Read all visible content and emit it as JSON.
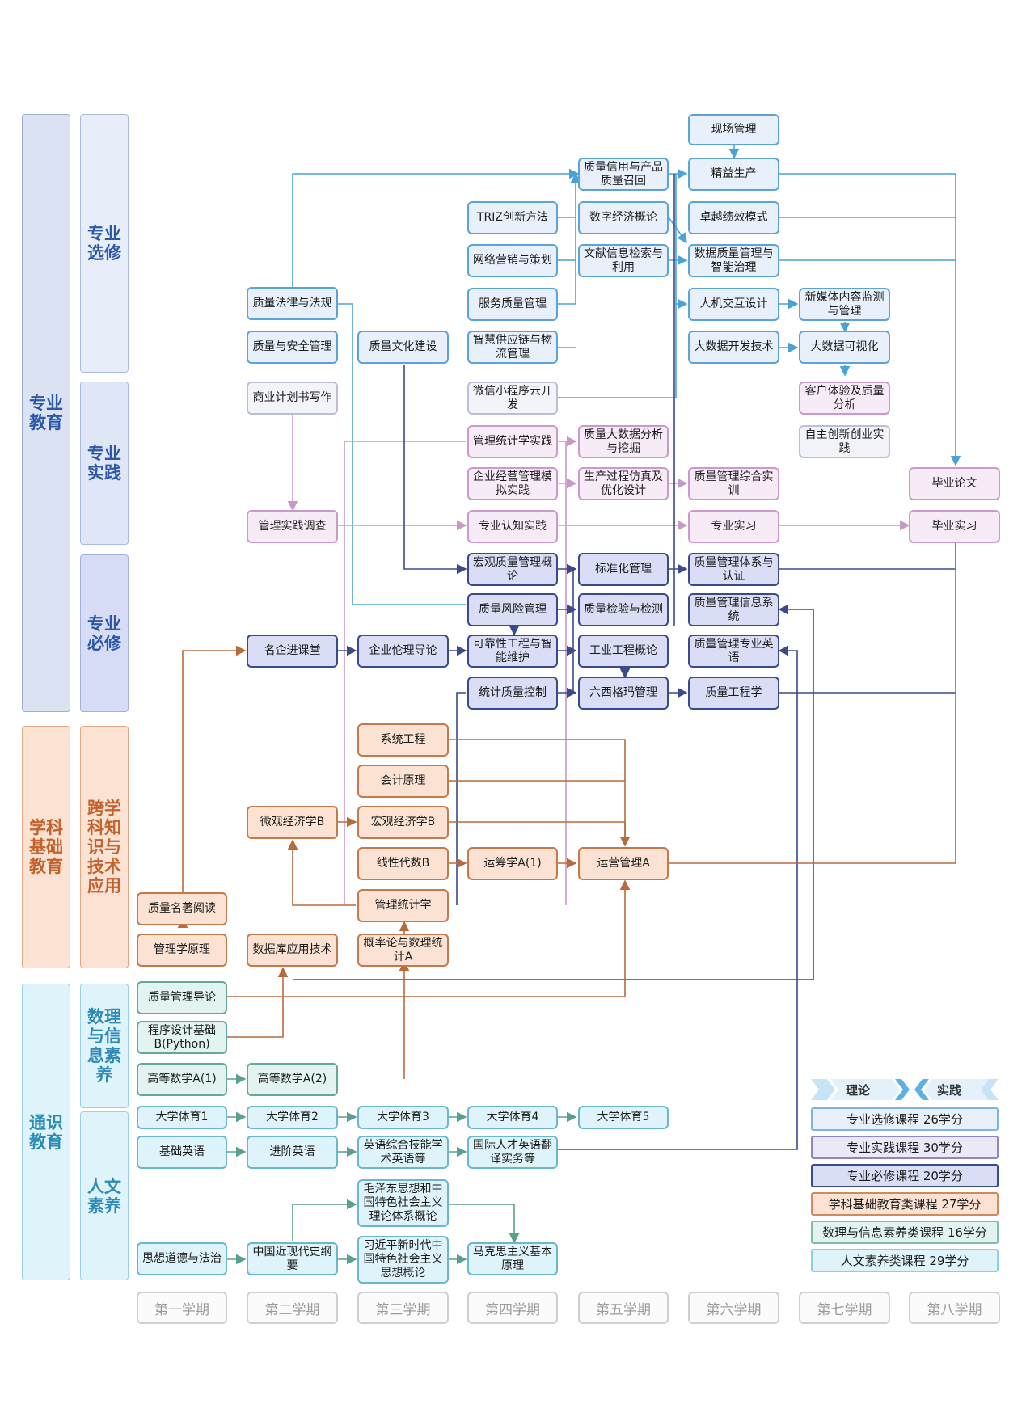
{
  "categories": {
    "zhuanye": "专业教育",
    "xueke": "学科基础教育",
    "tongshi": "通识教育",
    "xuanxiu": "专业选修",
    "shijian": "专业实践",
    "bixiu": "专业必修",
    "kuaxue": "跨学科知识与技术应用",
    "shuli": "数理与信息素养",
    "renwen": "人文素养"
  },
  "courses": {
    "xianchang": "现场管理",
    "zhiliangxinyong": "质量信用与产品质量召回",
    "jingyi": "精益生产",
    "triz": "TRIZ创新方法",
    "shuzi": "数字经济概论",
    "zhuoyue": "卓越绩效模式",
    "wangluo": "网络营销与策划",
    "wenxian": "文献信息检索与利用",
    "shujuzhiliang": "数据质量管理与智能治理",
    "falv": "质量法律与法规",
    "fuwu": "服务质量管理",
    "renji": "人机交互设计",
    "xinmeiti": "新媒体内容监测与管理",
    "anquan": "质量与安全管理",
    "wenhua": "质量文化建设",
    "gongyinglian": "智慧供应链与物流管理",
    "dashujukaifa": "大数据开发技术",
    "keshihua": "大数据可视化",
    "jihuashu": "商业计划书写作",
    "weixin": "微信小程序云开发",
    "kehu": "客户体验及质量分析",
    "tongjishijian": "管理统计学实践",
    "fenxiwajue": "质量大数据分析与挖掘",
    "chuangxin": "自主创新创业实践",
    "jingying": "企业经营管理模拟实践",
    "fangzhen": "生产过程仿真及优化设计",
    "zonghe": "质量管理综合实训",
    "lunwen": "毕业论文",
    "diaocha": "管理实践调查",
    "renzhi": "专业认知实践",
    "zhuanyeshixi": "专业实习",
    "biyeshixi": "毕业实习",
    "hongguan": "宏观质量管理概论",
    "biaozhun": "标准化管理",
    "tixi": "质量管理体系与认证",
    "fengxian": "质量风险管理",
    "jianyan": "质量检验与检测",
    "xinxixitong": "质量管理信息系统",
    "mingqi": "名企进课堂",
    "lunli": "企业伦理导论",
    "kekaoxing": "可靠性工程与智能维护",
    "gongye": "工业工程概论",
    "yingyu": "质量管理专业英语",
    "tongjikongzhi": "统计质量控制",
    "liuxigema": "六西格玛管理",
    "gongchengxue": "质量工程学",
    "xitong": "系统工程",
    "kuaiji": "会计原理",
    "weiguan": "微观经济学B",
    "hongguanjingji": "宏观经济学B",
    "xianxing": "线性代数B",
    "yunchou": "运筹学A(1)",
    "yunying": "运营管理A",
    "mingzhu": "质量名著阅读",
    "guanlitongji": "管理统计学",
    "guanlixue": "管理学原理",
    "shujuku": "数据库应用技术",
    "gailv": "概率论与数理统计A",
    "daolun": "质量管理导论",
    "chengxu": "程序设计基础B(Python)",
    "gaoshu1": "高等数学A(1)",
    "gaoshu2": "高等数学A(2)",
    "ty1": "大学体育1",
    "ty2": "大学体育2",
    "ty3": "大学体育3",
    "ty4": "大学体育4",
    "ty5": "大学体育5",
    "jichuyingyu": "基础英语",
    "jinjie": "进阶英语",
    "zonghejineng": "英语综合技能学术英语等",
    "guoji": "国际人才英语翻译实务等",
    "mao": "毛泽东思想和中国特色社会主义理论体系概论",
    "sixiang": "思想道德与法治",
    "jindaishi": "中国近现代史纲要",
    "xi": "习近平新时代中国特色社会主义思想概论",
    "makesi": "马克思主义基本原理"
  },
  "semesters": [
    "第一学期",
    "第二学期",
    "第三学期",
    "第四学期",
    "第五学期",
    "第六学期",
    "第七学期",
    "第八学期"
  ],
  "legend": {
    "theory": "理论",
    "practice": "实践",
    "items": [
      "专业选修课程 26学分",
      "专业实践课程 30学分",
      "专业必修课程 20学分",
      "学科基础教育类课程 27学分",
      "数理与信息素养类课程 16学分",
      "人文素养类课程 29学分"
    ]
  },
  "colors": {
    "elective": "#e7f0fb",
    "electiveBorder": "#5ba3d9",
    "practice": "#f7ebf7",
    "practiceBorder": "#cc99cc",
    "required": "#d9ddf6",
    "requiredBorder": "#3a4a8a",
    "foundation": "#fbe2d2",
    "foundationBorder": "#c57a4e",
    "general": "#e2f4f1",
    "generalBorder": "#67a79a",
    "humanities": "#def3fa",
    "humanitiesBorder": "#6bb7cf"
  }
}
